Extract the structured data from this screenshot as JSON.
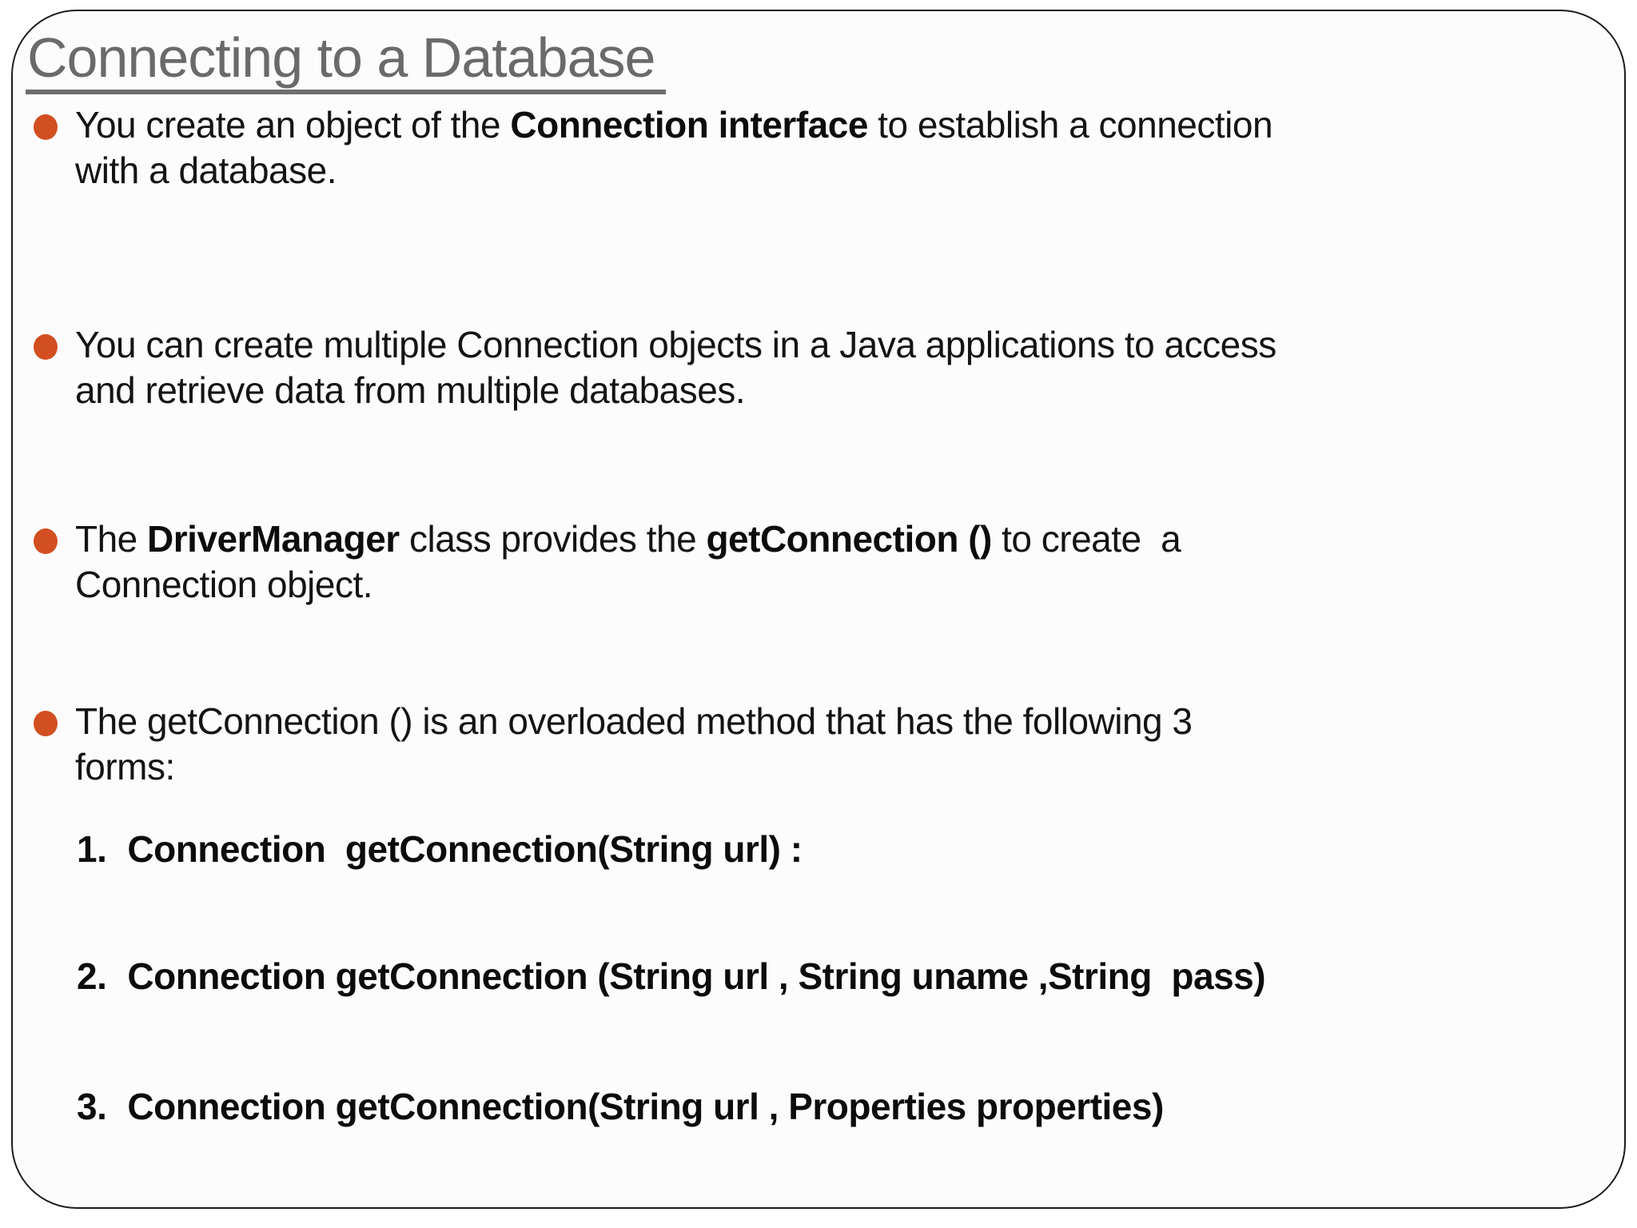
{
  "slide": {
    "title": "Connecting to a Database",
    "bullets": [
      {
        "segments": [
          {
            "text": "You create an object of the ",
            "bold": false
          },
          {
            "text": "Connection interface",
            "bold": true
          },
          {
            "text": " to establish a connection\nwith a database.",
            "bold": false
          }
        ]
      },
      {
        "segments": [
          {
            "text": "You can create multiple Connection objects in a Java applications to access\nand retrieve data from multiple databases.",
            "bold": false
          }
        ]
      },
      {
        "segments": [
          {
            "text": "The ",
            "bold": false
          },
          {
            "text": "DriverManager",
            "bold": true
          },
          {
            "text": " class provides the ",
            "bold": false
          },
          {
            "text": "getConnection ()",
            "bold": true
          },
          {
            "text": " to create  a\nConnection object.",
            "bold": false
          }
        ]
      },
      {
        "segments": [
          {
            "text": "The getConnection () is an overloaded method that has the following 3\nforms:",
            "bold": false
          }
        ]
      }
    ],
    "numbered_items": [
      {
        "label": "1.",
        "text": "Connection  getConnection(String url) :"
      },
      {
        "label": "2.",
        "text": "Connection getConnection (String url , String uname ,String  pass)"
      },
      {
        "label": "3.",
        "text": "Connection getConnection(String url , Properties properties)"
      }
    ],
    "colors": {
      "bullet_accent": "#d24f21",
      "title_gray": "#6a6a6a",
      "body_text": "#141414",
      "frame_border": "#1c1c1c",
      "background": "#fdfcfc"
    }
  }
}
